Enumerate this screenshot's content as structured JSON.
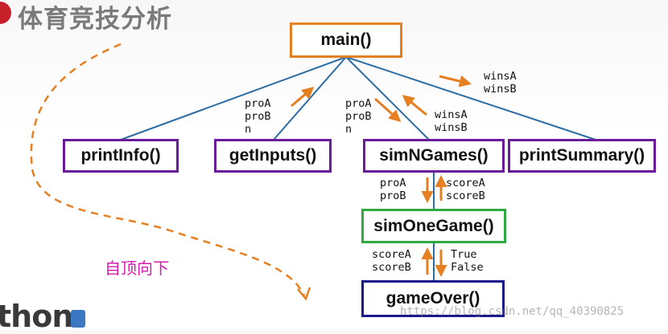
{
  "slide": {
    "title": "体育竞技分析",
    "note": "自顶向下"
  },
  "logo_fragment": "thon",
  "watermark": "https://blog.csdn.net/qq_40390825",
  "functions": {
    "main": "main()",
    "printInfo": "printInfo()",
    "getInputs": "getInputs()",
    "simNGames": "simNGames()",
    "printSummary": "printSummary()",
    "simOneGame": "simOneGame()",
    "gameOver": "gameOver()"
  },
  "labels": {
    "getInputs_out": "proA\nproB\nn",
    "simNGames_in": "proA\nproB\nn",
    "simNGames_out": "winsA\nwinsB",
    "printSummary_in": "winsA\nwinsB",
    "simOneGame_in": "proA\nproB",
    "simOneGame_out": "scoreA\nscoreB",
    "gameOver_in": "scoreA\nscoreB",
    "gameOver_out": "True\nFalse"
  },
  "colors": {
    "main_border": "#e67e22",
    "level1_border": "#6a1b9a",
    "simOneGame_border": "#2eaa3e",
    "gameOver_border": "#1a1a8c",
    "connector": "#2e6da4",
    "arrow": "#e67e22",
    "note": "#d81bb0"
  }
}
